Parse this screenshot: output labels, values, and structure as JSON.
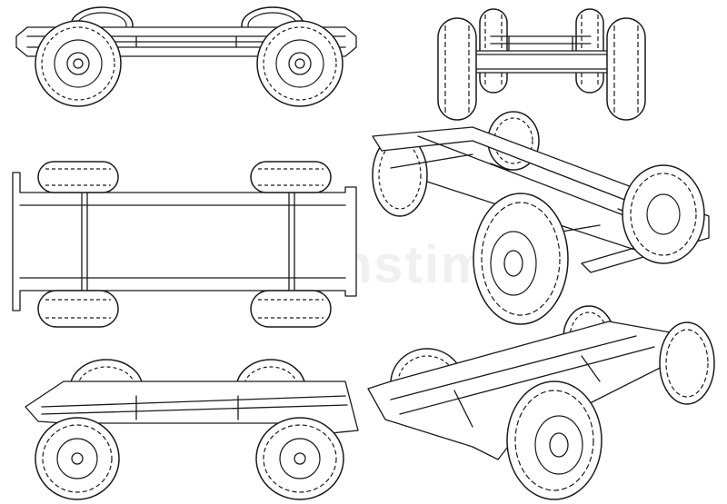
{
  "watermark": "dreamstime",
  "line_color": "#1a1a1a",
  "background": "#ffffff",
  "views": [
    {
      "name": "side-view-top-left",
      "wheels": 4
    },
    {
      "name": "front-view-top-right",
      "wheels": 4
    },
    {
      "name": "plan-view-middle-left",
      "wheels": 4
    },
    {
      "name": "perspective-view-right",
      "wheels": 4
    },
    {
      "name": "perspective-view-bottom-left",
      "wheels": 4
    },
    {
      "name": "perspective-view-bottom-right",
      "wheels": 4
    }
  ]
}
